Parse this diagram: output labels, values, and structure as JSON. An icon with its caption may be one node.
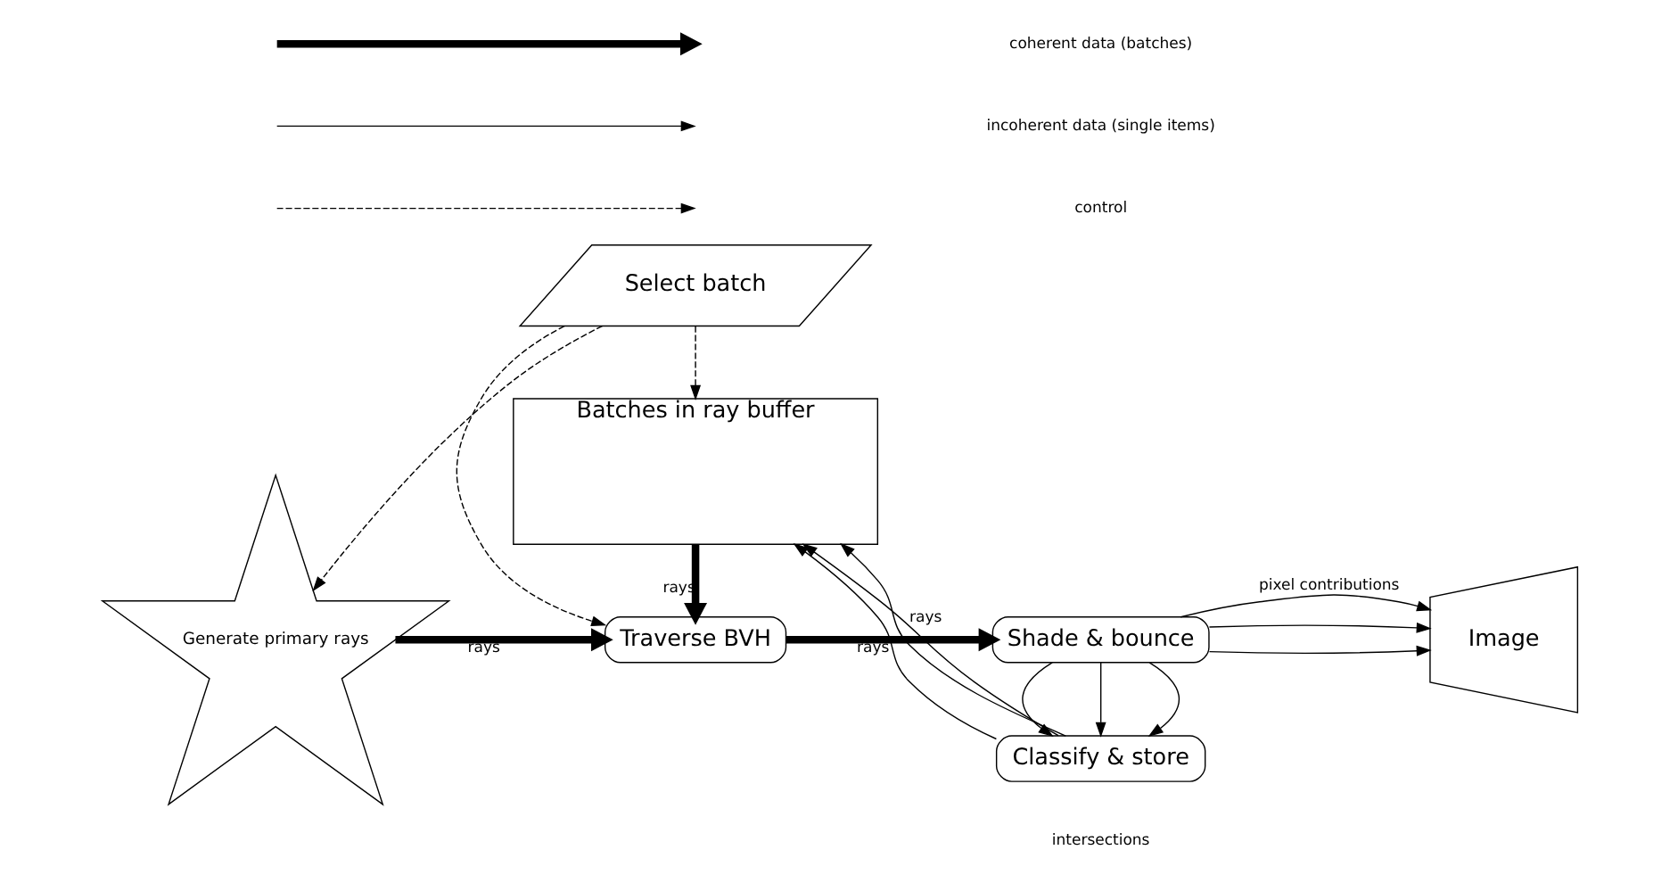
{
  "diagram": {
    "nodes": [
      {
        "text": [
          "Generate primary rays"
        ]
      },
      {
        "text": [
          "Traverse BVH"
        ]
      },
      {
        "text": [
          "Shade & bounce"
        ]
      },
      {
        "text": [
          "Image"
        ]
      },
      {
        "text": [
          "Select batch"
        ]
      },
      {
        "text": [
          "Classify & store"
        ]
      },
      {
        "text": [
          "Batches in ray buffer"
        ]
      }
    ],
    "edges": [
      {
        "from": 0,
        "to": 1,
        "arrow": "to",
        "label": "rays",
        "style": "thick"
      },
      {
        "from": 1,
        "to": 2,
        "arrow": "to",
        "label": "rays",
        "style": "thick"
      },
      {
        "from": 2,
        "to": 3,
        "arrow": "to",
        "label": "pixel contributions"
      },
      {
        "from": 2,
        "to": 3,
        "arrow": "to"
      },
      {
        "from": 2,
        "to": 3,
        "arrow": "to"
      },
      {
        "from": 2,
        "to": 5,
        "arrow": "to"
      },
      {
        "from": 2,
        "to": 5,
        "arrow": "to"
      },
      {
        "from": 2,
        "to": 5,
        "arrow": "to"
      },
      {
        "from": 5,
        "to": 6,
        "arrow": "to",
        "label": "rays"
      },
      {
        "from": 5,
        "to": 6,
        "arrow": "to"
      },
      {
        "from": 5,
        "to": 6,
        "arrow": "to"
      },
      {
        "from": 6,
        "to": 1,
        "arrow": "to",
        "label": "rays",
        "style": "thick"
      },
      {
        "from": 4,
        "to": 1,
        "arrow": "to",
        "style": "dashed"
      },
      {
        "from": 4,
        "to": 0,
        "arrow": "to",
        "style": "dashed"
      },
      {
        "from": 4,
        "to": 6,
        "arrow": "to",
        "style": "dashed"
      }
    ],
    "labels": [
      "intersections"
    ],
    "legend": [
      {
        "text": "coherent data (batches)"
      },
      {
        "text": "incoherent data (single items)"
      },
      {
        "text": "control"
      }
    ]
  }
}
